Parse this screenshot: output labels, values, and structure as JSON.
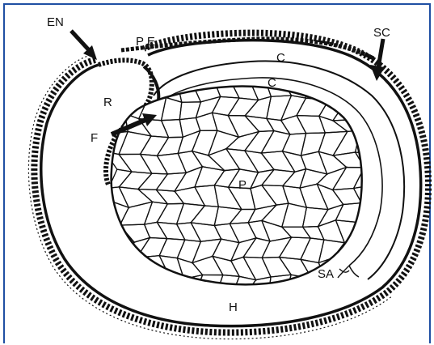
{
  "colors": {
    "frame": "#1f4fa3",
    "ink": "#111111",
    "paper": "#ffffff"
  },
  "labels": {
    "en": "EN",
    "pe": "P E",
    "sc": "SC",
    "c_outer": "C",
    "c_inner": "C",
    "r": "R",
    "f": "F",
    "p": "P",
    "sa": "SA",
    "h": "H"
  }
}
